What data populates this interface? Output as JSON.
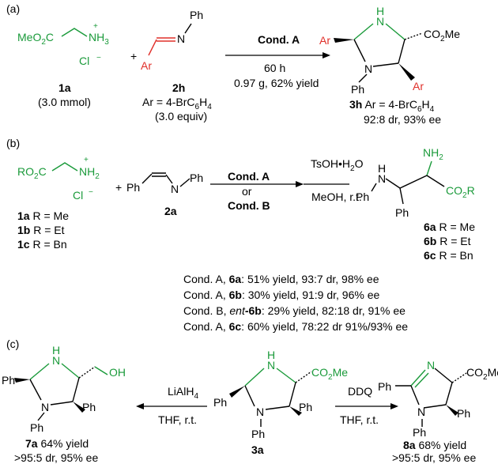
{
  "panels": {
    "a": "(a)",
    "b": "(b)",
    "c": "(c)"
  },
  "colors": {
    "green": "#1a9a3a",
    "red": "#e0302a",
    "black": "#000000"
  },
  "a": {
    "reactant1": {
      "ester": "MeO",
      "ester_sub": "2",
      "ester_c": "C",
      "amine": "NH",
      "amine_sub": "3",
      "plus_charge": "+",
      "counterion": "Cl",
      "minus_charge": "−",
      "label": "1a",
      "amount": "(3.0 mmol)"
    },
    "plus": "+",
    "reactant2": {
      "n": "N",
      "ph": "Ph",
      "ar": "Ar",
      "label": "2h",
      "ar_def": "Ar = 4-BrC",
      "ar_def_sub1": "6",
      "ar_def_h": "H",
      "ar_def_sub2": "4",
      "amount": "(3.0 equiv)"
    },
    "condition": "Cond. A",
    "time": "60 h",
    "yield": "0.97 g, 62% yield",
    "product": {
      "nh": "H",
      "nh_n": "N",
      "n": "N",
      "ar1": "Ar",
      "ar2": "Ar",
      "ph": "Ph",
      "ester": "CO",
      "ester_sub": "2",
      "ester_me": "Me",
      "label": "3h",
      "ar_def": " Ar = 4-BrC",
      "ar_def_sub1": "6",
      "ar_def_h": "H",
      "ar_def_sub2": "4",
      "selectivity": "92:8 dr, 93% ee"
    }
  },
  "b": {
    "reactant1": {
      "ester": "RO",
      "ester_sub": "2",
      "ester_c": "C",
      "amine": "NH",
      "amine_sub": "2",
      "plus_charge": "+",
      "counterion": "Cl",
      "minus_charge": "−",
      "labels": [
        {
          "id": "1a",
          "r": " R = Me"
        },
        {
          "id": "1b",
          "r": " R = Et"
        },
        {
          "id": "1c",
          "r": " R = Bn"
        }
      ]
    },
    "plus": "+",
    "reactant2": {
      "ph1": "Ph",
      "n": "N",
      "ph2": "Ph",
      "label": "2a"
    },
    "cond_a": "Cond. A",
    "or": "or",
    "cond_b": "Cond. B",
    "acid": "TsOH•H",
    "acid_sub": "2",
    "acid_o": "O",
    "solvent": "MeOH, r.t.",
    "product": {
      "nh2": "NH",
      "nh2_sub": "2",
      "h": "H",
      "n": "N",
      "ph_n": "Ph",
      "ph": "Ph",
      "ester": "CO",
      "ester_sub": "2",
      "ester_r": "R",
      "labels": [
        {
          "id": "6a",
          "r": " R = Me"
        },
        {
          "id": "6b",
          "r": " R = Et"
        },
        {
          "id": "6c",
          "r": " R = Bn"
        }
      ]
    },
    "results": [
      {
        "pre": "Cond. A, ",
        "ent": "",
        "id": "6a",
        "post": ": 51% yield, 93:7 dr, 98% ee"
      },
      {
        "pre": "Cond. A, ",
        "ent": "",
        "id": "6b",
        "post": ": 30% yield, 91:9 dr, 96% ee"
      },
      {
        "pre": "Cond. B, ",
        "ent": "ent",
        "id": "-6b",
        "post": ": 29% yield, 82:18 dr, 91% ee"
      },
      {
        "pre": "Cond. A, ",
        "ent": "",
        "id": "6c",
        "post": ": 60% yield, 78:22 dr 91%/93% ee"
      }
    ]
  },
  "c": {
    "left_product": {
      "h": "H",
      "n1": "N",
      "n2": "N",
      "oh": "OH",
      "ph1": "Ph",
      "ph2": "Ph",
      "ph3": "Ph",
      "label": "7a",
      "yield": "  64% yield",
      "selectivity": ">95:5 dr, 95% ee"
    },
    "reagent_left": "LiAlH",
    "reagent_left_sub": "4",
    "solvent_left": "THF, r.t.",
    "center": {
      "h": "H",
      "n1": "N",
      "n2": "N",
      "ester": "CO",
      "ester_sub": "2",
      "ester_me": "Me",
      "ph1": "Ph",
      "ph2": "Ph",
      "ph3": "Ph",
      "label": "3a"
    },
    "reagent_right": "DDQ",
    "solvent_right": "THF, r.t.",
    "right_product": {
      "n1": "N",
      "n2": "N",
      "ester": "CO",
      "ester_sub": "2",
      "ester_me": "Me",
      "ph1": "Ph",
      "ph2": "Ph",
      "ph3": "Ph",
      "label": "8a",
      "yield": "  68% yield",
      "selectivity": ">95:5 dr, 95% ee"
    }
  }
}
